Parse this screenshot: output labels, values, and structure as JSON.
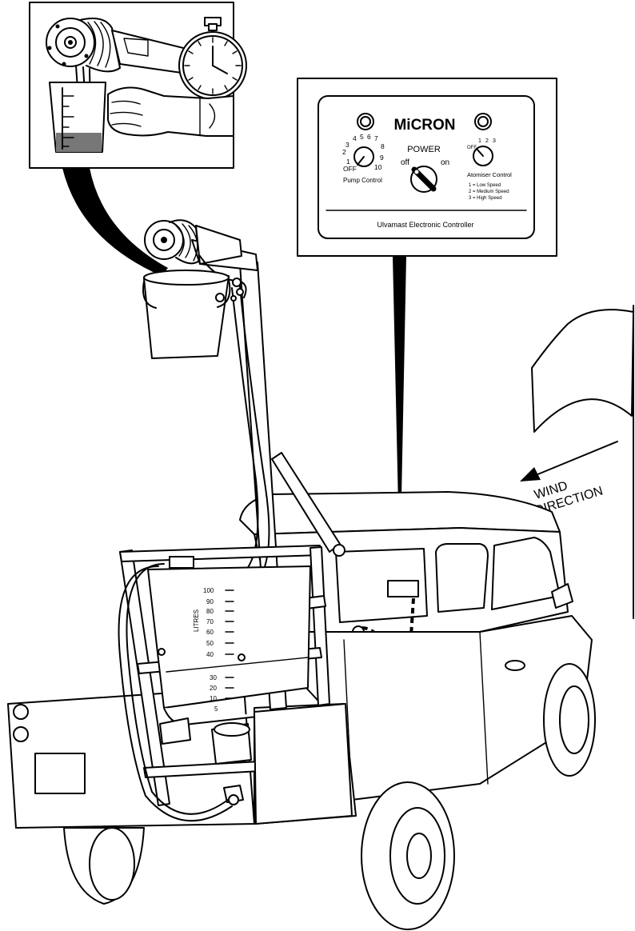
{
  "controller": {
    "brand": "MiCRON",
    "pump_scale": [
      "1",
      "2",
      "3",
      "4",
      "5",
      "6",
      "7",
      "8",
      "9",
      "10"
    ],
    "pump_off": "OFF",
    "pump_label": "Pump Control",
    "power_label": "POWER",
    "power_off": "off",
    "power_on": "on",
    "atomiser_scale": [
      "1",
      "2",
      "3"
    ],
    "atomiser_off": "OFF",
    "atomiser_label": "Atomiser Control",
    "speed_legend": [
      "1 = Low Speed",
      "2 = Medium Speed",
      "3 = High Speed"
    ],
    "footer": "Ulvamast Electronic Controller"
  },
  "tank": {
    "unit": "LITRES",
    "scale": [
      "100",
      "90",
      "80",
      "70",
      "60",
      "50",
      "40",
      "30",
      "20",
      "10",
      "5"
    ]
  },
  "wind": {
    "line1": "WIND",
    "line2": "DIRECTION"
  }
}
